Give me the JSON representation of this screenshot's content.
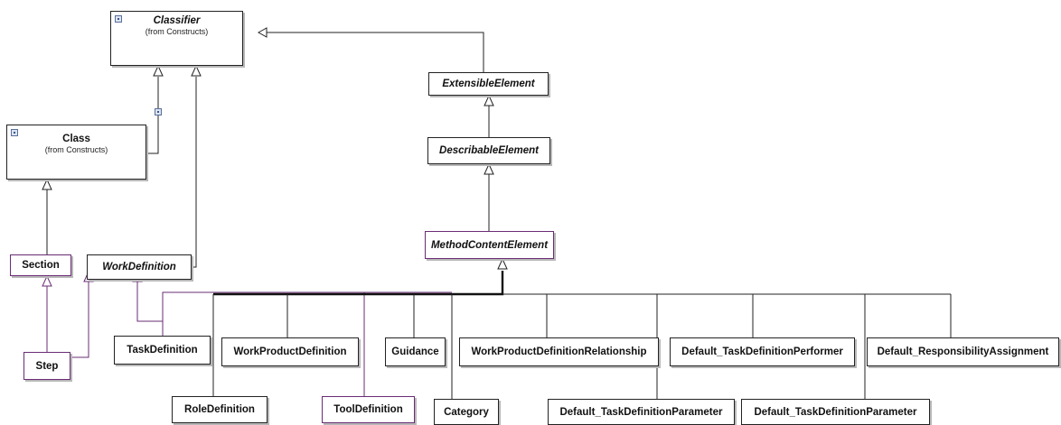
{
  "diagram": {
    "classifier": {
      "name": "Classifier",
      "from": "(from Constructs)",
      "icon": "package-icon"
    },
    "class": {
      "name": "Class",
      "from": "(from Constructs)",
      "icon": "package-icon"
    },
    "extensible_element": {
      "name": "ExtensibleElement"
    },
    "describable_element": {
      "name": "DescribableElement"
    },
    "method_content_element": {
      "name": "MethodContentElement"
    },
    "section": {
      "name": "Section"
    },
    "work_definition": {
      "name": "WorkDefinition"
    },
    "step": {
      "name": "Step"
    },
    "task_definition": {
      "name": "TaskDefinition"
    },
    "role_definition": {
      "name": "RoleDefinition"
    },
    "work_product_definition": {
      "name": "WorkProductDefinition"
    },
    "tool_definition": {
      "name": "ToolDefinition"
    },
    "guidance": {
      "name": "Guidance"
    },
    "category": {
      "name": "Category"
    },
    "work_product_definition_relationship": {
      "name": "WorkProductDefinitionRelationship"
    },
    "default_task_definition_parameter_1": {
      "name": "Default_TaskDefinitionParameter"
    },
    "default_task_definition_performer": {
      "name": "Default_TaskDefinitionPerformer"
    },
    "default_task_definition_parameter_2": {
      "name": "Default_TaskDefinitionParameter"
    },
    "default_responsibility_assignment": {
      "name": "Default_ResponsibilityAssignment"
    }
  },
  "colors": {
    "line": "#222222",
    "purple": "#6a2c74",
    "package_icon": "#dbe4f3"
  }
}
